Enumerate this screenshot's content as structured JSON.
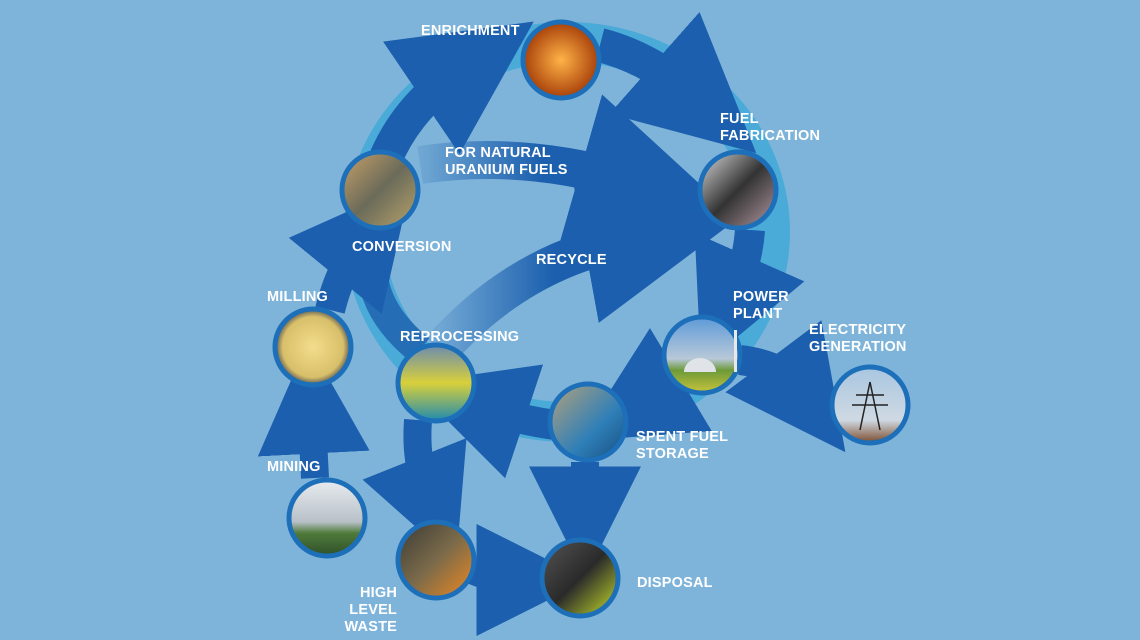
{
  "title": "Nuclear fuel cycle",
  "stages": {
    "enrichment": "ENRICHMENT",
    "fuel_fabrication": "FUEL\nFABRICATION",
    "conversion": "CONVERSION",
    "natural_uranium": "FOR NATURAL\nURANIUM FUELS",
    "recycle": "RECYCLE",
    "milling": "MILLING",
    "reprocessing": "REPROCESSING",
    "power_plant": "POWER\nPLANT",
    "electricity": "ELECTRICITY\nGENERATION",
    "spent_fuel": "SPENT FUEL\nSTORAGE",
    "mining": "MINING",
    "high_level_waste": "HIGH LEVEL\nWASTE",
    "disposal": "DISPOSAL"
  },
  "colors": {
    "background": "#7fb4da",
    "ring": "#4aaad8",
    "arrow": "#1b5fae",
    "border": "#1c6fb8"
  }
}
